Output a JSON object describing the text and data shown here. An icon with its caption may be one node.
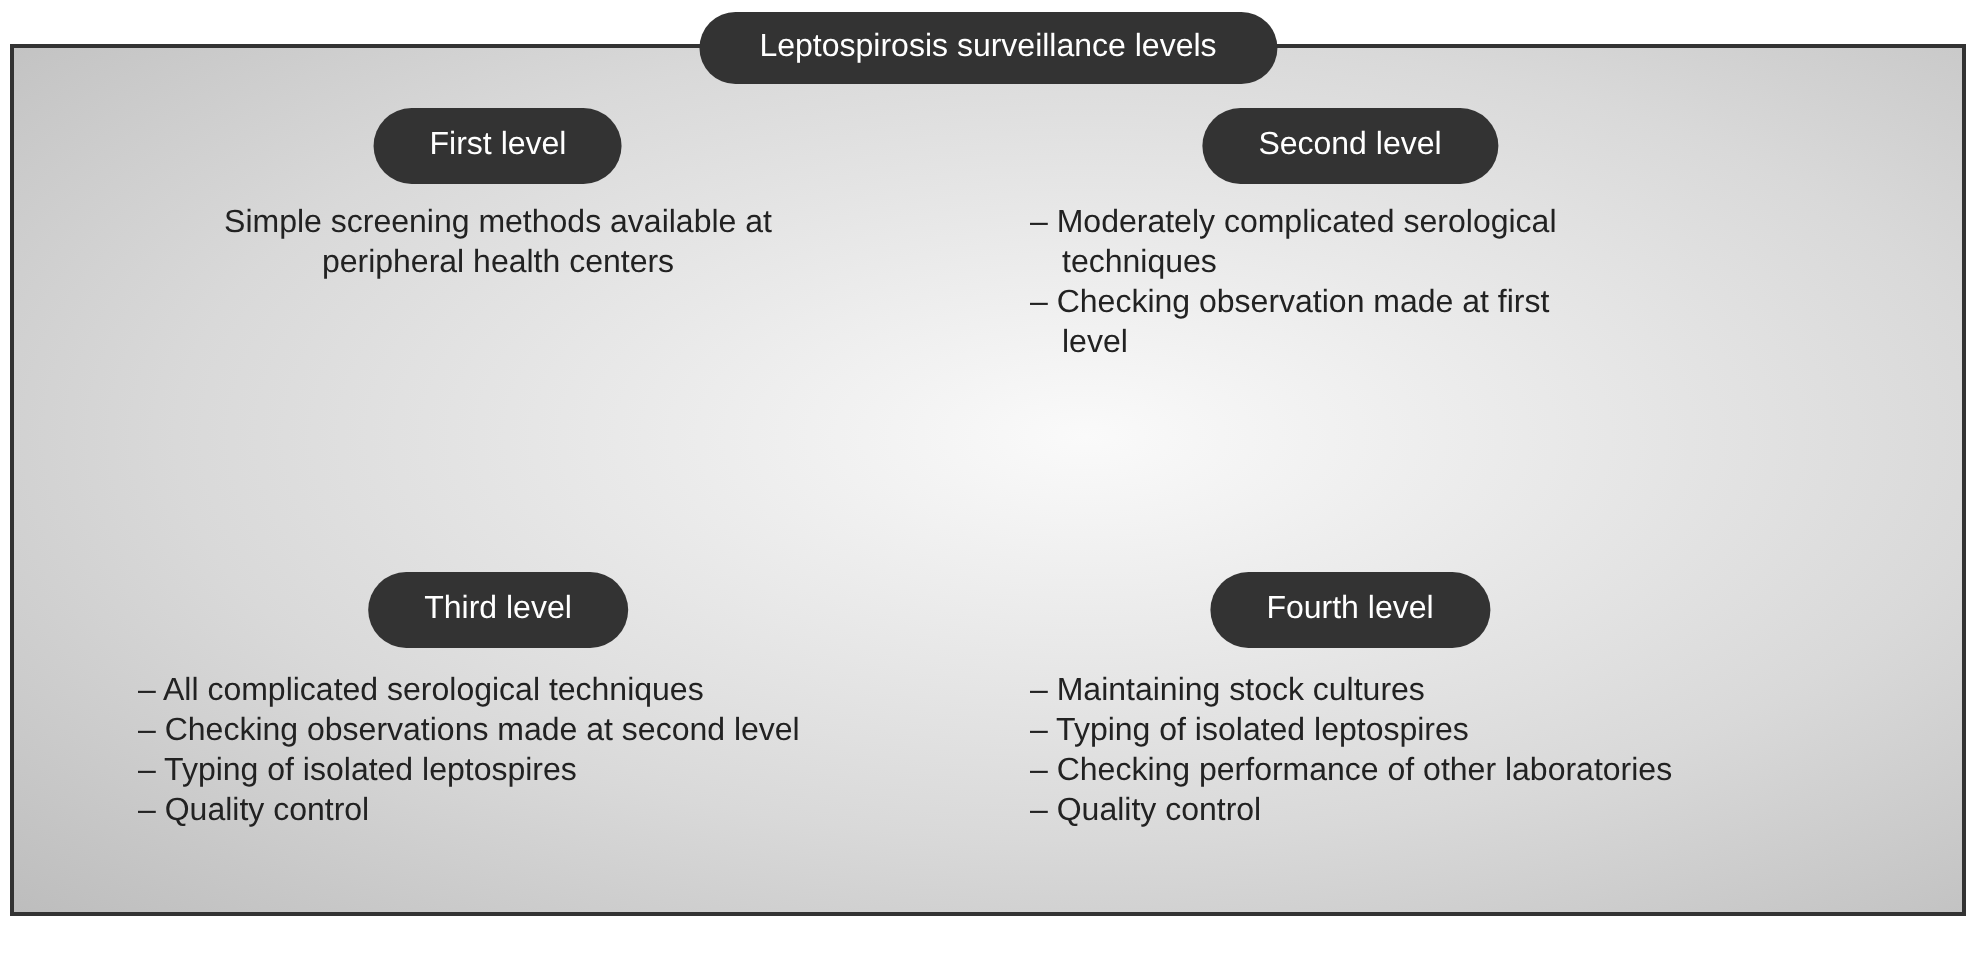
{
  "diagram": {
    "nodes": [
      {
        "text": [
          "Leptospirosis surveillance levels"
        ]
      },
      {
        "text": [
          "First level"
        ],
        "in": 0,
        "beside": [
          "Simple screening methods available at peripheral health centers"
        ]
      },
      {
        "text": [
          "Second level"
        ],
        "in": 0,
        "beside": [
          "– Moderately complicated serological techniques",
          "– Checking observation made at first level"
        ]
      },
      {
        "text": [
          "Third level"
        ],
        "in": 0,
        "beside": [
          "– All complicated serological techniques",
          "– Checking observations made at second level",
          "– Typing of isolated leptospires",
          "– Quality control"
        ]
      },
      {
        "text": [
          "Fourth level"
        ],
        "in": 0,
        "beside": [
          "– Maintaining stock cultures",
          "– Typing of isolated leptospires",
          "– Checking performance of other laboratories",
          "– Quality control"
        ]
      }
    ],
    "edges": []
  }
}
